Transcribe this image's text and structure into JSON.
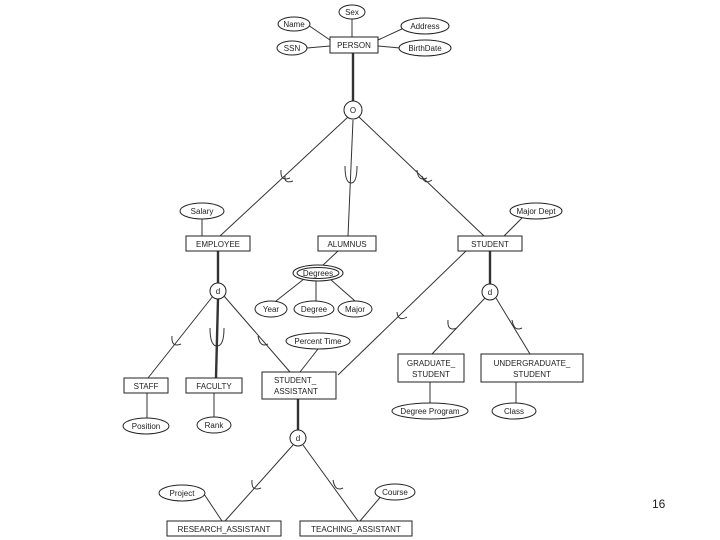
{
  "diagram": {
    "entities": {
      "person": "PERSON",
      "employee": "EMPLOYEE",
      "alumnus": "ALUMNUS",
      "student": "STUDENT",
      "staff": "STAFF",
      "faculty": "FACULTY",
      "student_assistant": [
        "STUDENT_",
        "ASSISTANT"
      ],
      "graduate_student": [
        "GRADUATE_",
        "STUDENT"
      ],
      "undergraduate_student": [
        "UNDERGRADUATE_",
        "STUDENT"
      ],
      "research_assistant": "RESEARCH_ASSISTANT",
      "teaching_assistant": "TEACHING_ASSISTANT"
    },
    "attributes": {
      "sex": "Sex",
      "name": "Name",
      "address": "Address",
      "ssn": "SSN",
      "birth_date": "BirthDate",
      "salary": "Salary",
      "major_dept": "Major Dept",
      "degrees": "Degrees",
      "year": "Year",
      "degree": "Degree",
      "major": "Major",
      "percent_time": "Percent Time",
      "position": "Position",
      "rank": "Rank",
      "degree_program": "Degree Program",
      "class": "Class",
      "project": "Project",
      "course": "Course"
    },
    "specialization_circles": {
      "person": "O",
      "employee": "d",
      "student": "d",
      "student_assistant": "d"
    }
  },
  "page_number": "16"
}
